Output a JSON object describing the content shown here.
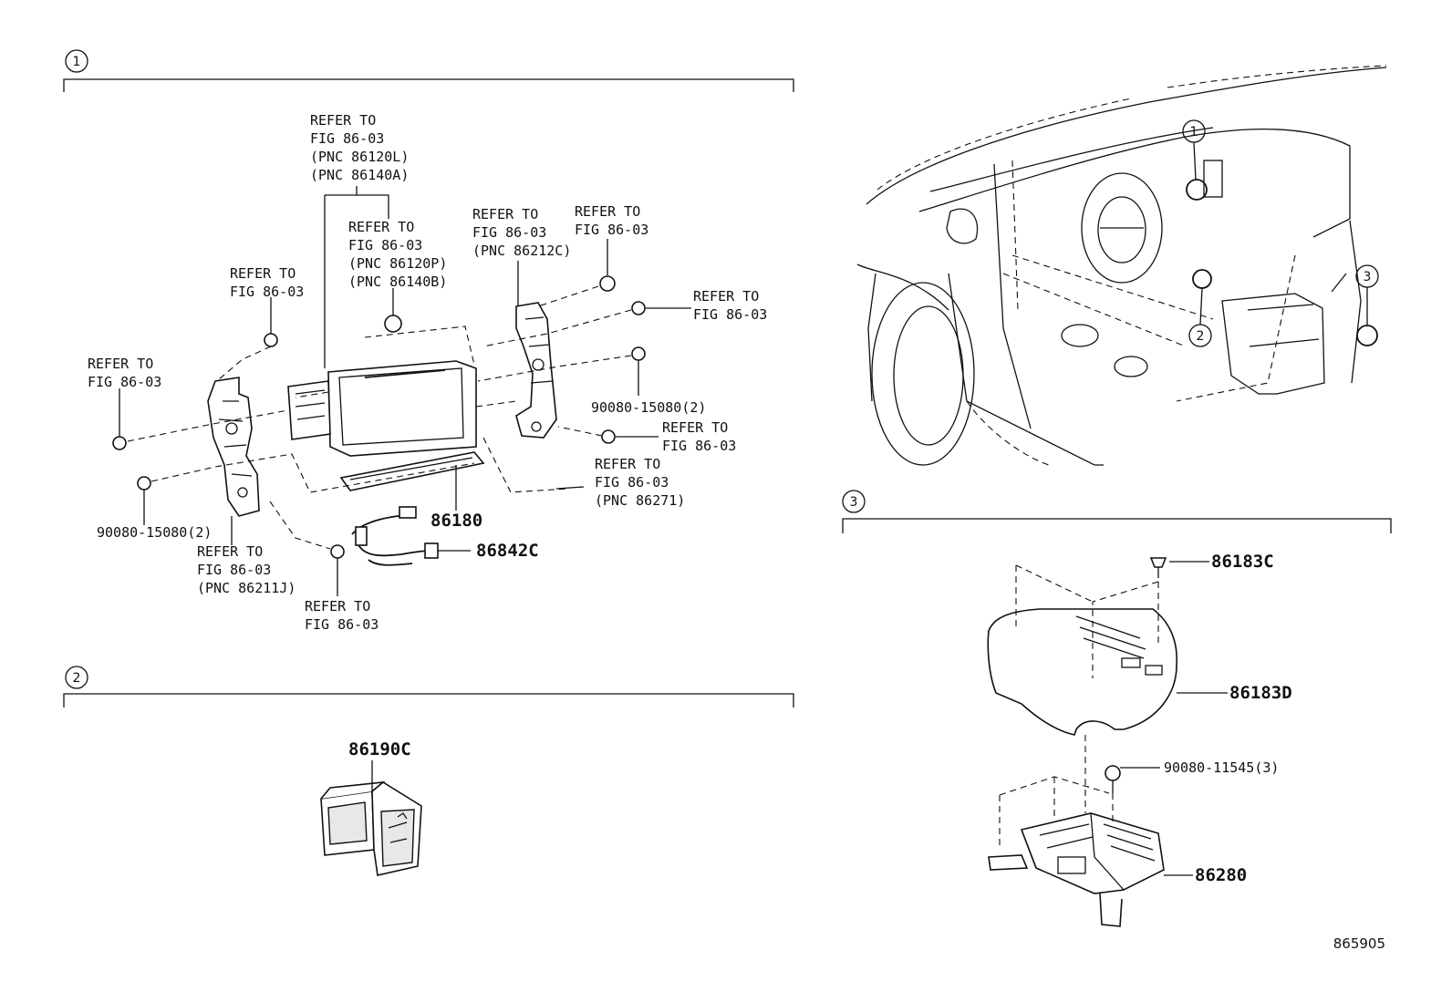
{
  "sections": [
    {
      "number": "1"
    },
    {
      "number": "2"
    },
    {
      "number": "3"
    }
  ],
  "locator_markers": [
    "1",
    "2",
    "3"
  ],
  "callouts": {
    "s1_top_l1": "REFER TO",
    "s1_top_l2": "FIG 86-03",
    "s1_top_l3": "(PNC 86120L)",
    "s1_top_l4": "(PNC 86140A)",
    "s1_mid_l1": "REFER TO",
    "s1_mid_l2": "FIG 86-03",
    "s1_mid_l3": "(PNC 86120P)",
    "s1_mid_l4": "(PNC 86140B)",
    "s1_leftupper_l1": "REFER TO",
    "s1_leftupper_l2": "FIG 86-03",
    "s1_left_l1": "REFER TO",
    "s1_left_l2": "FIG 86-03",
    "s1_r1_l1": "REFER TO",
    "s1_r1_l2": "FIG 86-03",
    "s1_r1_l3": "(PNC 86212C)",
    "s1_r2_l1": "REFER TO",
    "s1_r2_l2": "FIG 86-03",
    "s1_r3_l1": "REFER TO",
    "s1_r3_l2": "FIG 86-03",
    "s1_bolt_r": "90080-15080(2)",
    "s1_r4_l1": "REFER TO",
    "s1_r4_l2": "FIG 86-03",
    "s1_r5_l1": "REFER TO",
    "s1_r5_l2": "FIG 86-03",
    "s1_r5_l3": "(PNC 86271)",
    "s1_bolt_l": "90080-15080(2)",
    "s1_bl_l1": "REFER TO",
    "s1_bl_l2": "FIG 86-03",
    "s1_bl_l3": "(PNC 86211J)",
    "s1_bot_l1": "REFER TO",
    "s1_bot_l2": "FIG 86-03",
    "p_86180": "86180",
    "p_86842C": "86842C",
    "p_86190C": "86190C",
    "p_86183C": "86183C",
    "p_86183D": "86183D",
    "p_90080_11545": "90080-11545(3)",
    "p_86280": "86280"
  },
  "illustration_code": "865905"
}
